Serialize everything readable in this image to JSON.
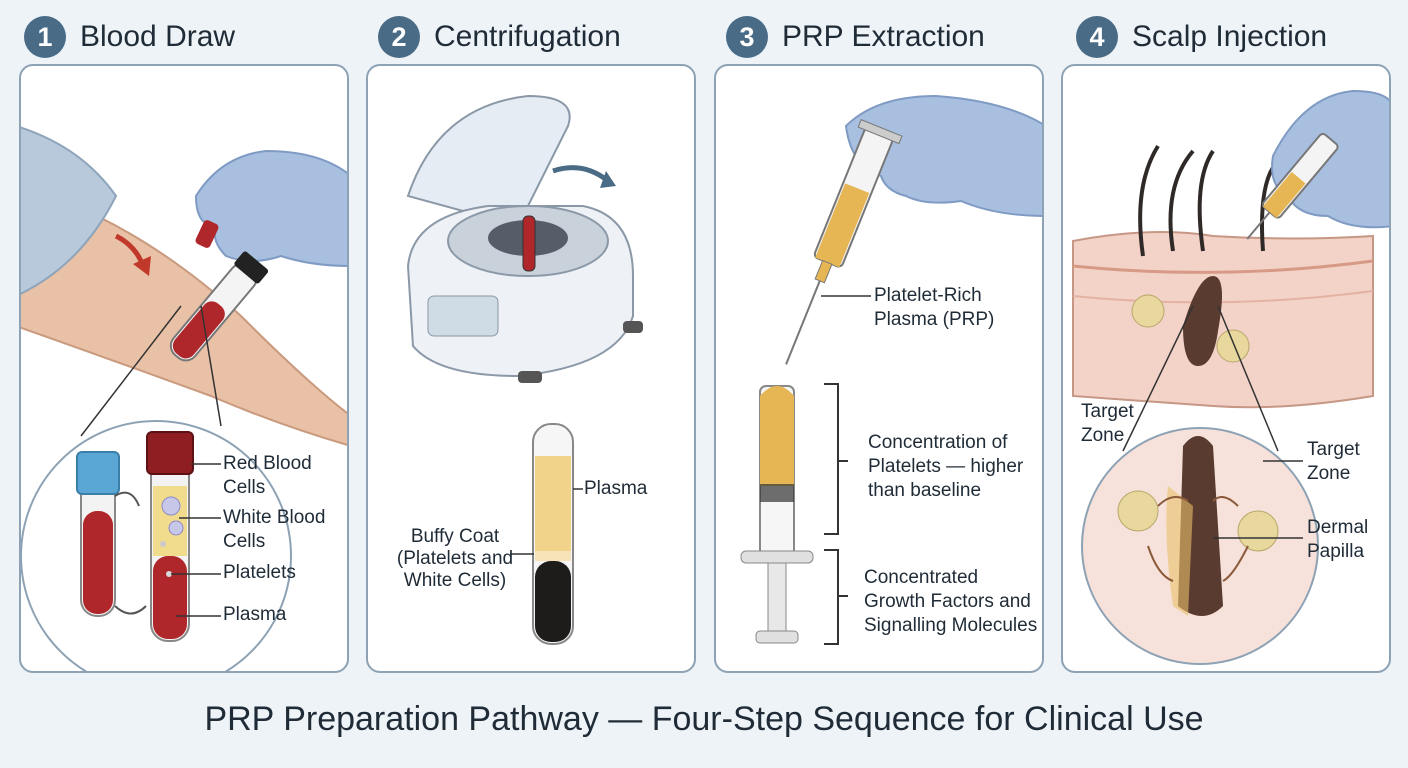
{
  "steps": [
    {
      "number": "1",
      "title": "Blood Draw"
    },
    {
      "number": "2",
      "title": "Centrifugation"
    },
    {
      "number": "3",
      "title": "PRP Extraction"
    },
    {
      "number": "4",
      "title": "Scalp Injection"
    }
  ],
  "panel1": {
    "labels": {
      "red_blood_cells": "Red Blood Cells",
      "white_blood_cells": "White Blood Cells",
      "platelets": "Platelets",
      "plasma": "Plasma"
    }
  },
  "panel2": {
    "labels": {
      "plasma": "Plasma",
      "buffy_coat": "Buffy Coat (Platelets and White Cells)"
    }
  },
  "panel3": {
    "labels": {
      "prp": "Platelet-Rich Plasma (PRP)",
      "concentration": "Concentration of Platelets — higher than baseline",
      "growth": "Concentrated Growth Factors and Signalling Molecules"
    }
  },
  "panel4": {
    "labels": {
      "target_zone_left": "Target Zone",
      "target_zone_right": "Target Zone",
      "dermal_papilla": "Dermal Papilla"
    }
  },
  "footer": "PRP Preparation Pathway — Four-Step Sequence for Clinical Use",
  "colors": {
    "badge": "#4a6b86",
    "panel_border": "#8da2b4",
    "blood": "#b0272b",
    "plasma": "#e9c06a",
    "glove": "#a9bfe0"
  }
}
